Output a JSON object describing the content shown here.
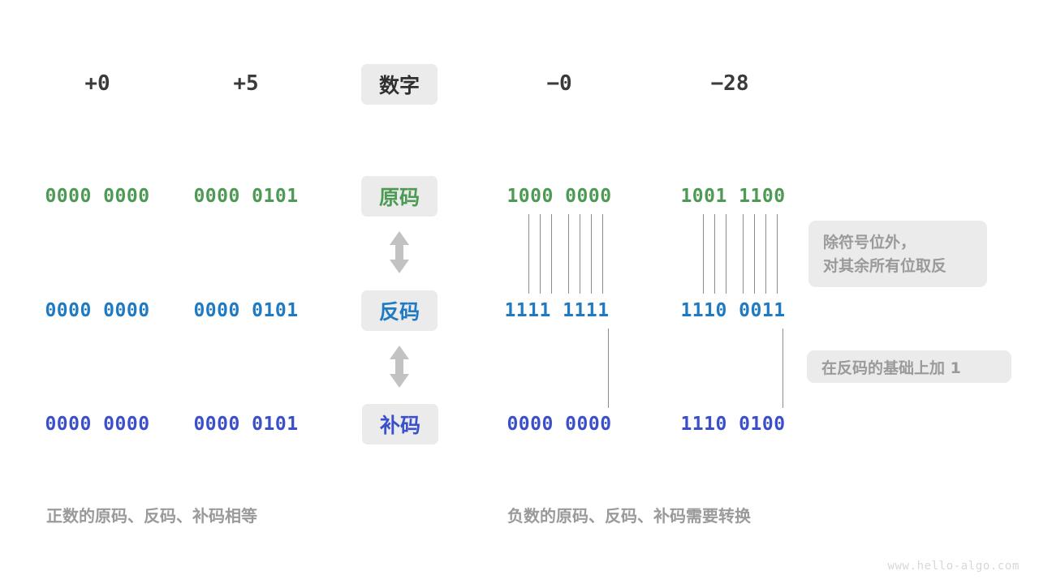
{
  "diagram": {
    "title_watermark": "www.hello-algo.com",
    "colors": {
      "green": "#4c9a54",
      "blue": "#1f7ac4",
      "indigo": "#3b50c8",
      "grey_chip_bg": "#ebebeb",
      "grey_text": "#9a9a9a",
      "line": "#8c8c8c"
    },
    "headers": {
      "row_label": "数字",
      "columns": [
        "+0",
        "+5",
        "−0",
        "−28"
      ]
    },
    "rows": [
      {
        "label": "原码",
        "color": "green",
        "values": [
          "0000 0000",
          "0000 0101",
          "1000 0000",
          "1001 1100"
        ]
      },
      {
        "label": "反码",
        "color": "blue",
        "values": [
          "0000 0000",
          "0000 0101",
          "1111 1111",
          "1110 0011"
        ]
      },
      {
        "label": "补码",
        "color": "indigo",
        "values": [
          "0000 0000",
          "0000 0101",
          "0000 0000",
          "1110 0100"
        ]
      }
    ],
    "annotations": [
      {
        "lines": [
          "除符号位外，",
          "对其余所有位取反"
        ]
      },
      {
        "lines": [
          "在反码的基础上加  1"
        ]
      }
    ],
    "captions": {
      "left": "正数的原码、反码、补码相等",
      "right": "负数的原码、反码、补码需要转换"
    },
    "arrows": {
      "between_row1_row2": "double-arrow-vertical",
      "between_row2_row3": "double-arrow-vertical"
    }
  }
}
